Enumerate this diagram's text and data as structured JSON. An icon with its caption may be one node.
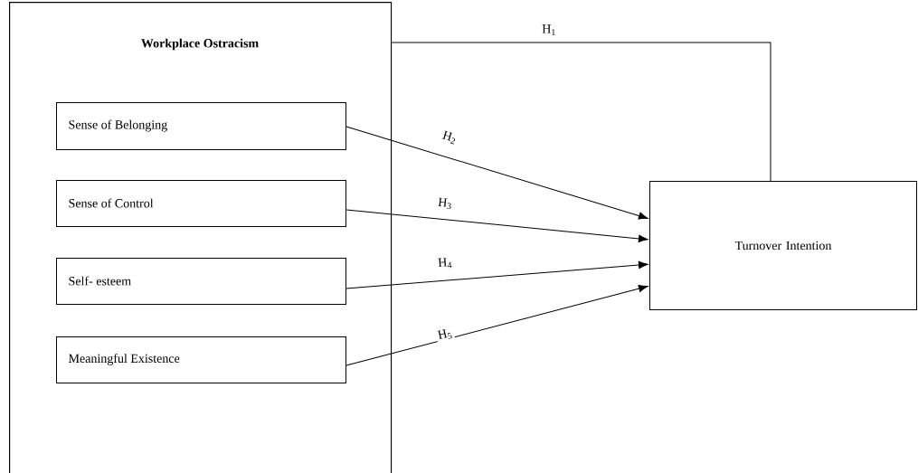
{
  "diagram": {
    "nodes": [
      {
        "text": [
          "Workplace Ostracism"
        ]
      },
      {
        "text": [
          "Sense of Belonging"
        ],
        "in": 0
      },
      {
        "text": [
          "Sense of Control"
        ],
        "in": 0
      },
      {
        "text": [
          "Self- esteem"
        ],
        "in": 0
      },
      {
        "text": [
          "Meaningful Existence"
        ],
        "in": 0
      },
      {
        "text": [
          "Turnover Intention"
        ]
      }
    ],
    "edges": [
      {
        "from": 0,
        "to": 5,
        "arrow": "none",
        "label": "H$_{1}$"
      },
      {
        "from": 1,
        "to": 5,
        "arrow": "to",
        "label": "H$_{2}$"
      },
      {
        "from": 2,
        "to": 5,
        "arrow": "to",
        "label": "H$_{3}$"
      },
      {
        "from": 3,
        "to": 5,
        "arrow": "to",
        "label": "H$_{4}$"
      },
      {
        "from": 4,
        "to": 5,
        "arrow": "to",
        "label": "H$_{5}$"
      }
    ]
  }
}
